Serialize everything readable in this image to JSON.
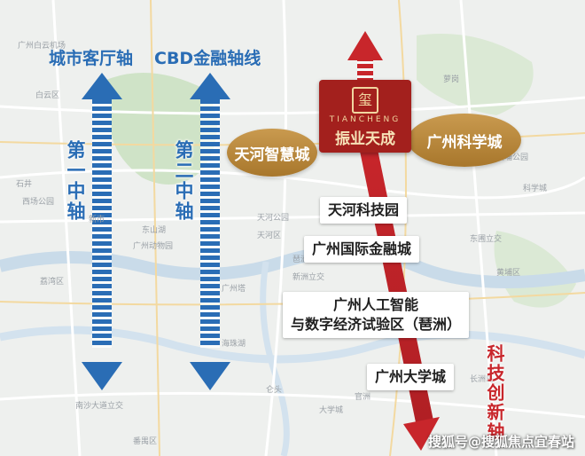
{
  "map": {
    "background_places": [
      "广州白云机场",
      "新市",
      "石井",
      "西场公园",
      "广州动物园",
      "东山湖",
      "天河公园",
      "海珠湖",
      "仑头",
      "南沙大道立交",
      "新洲立交",
      "东圃立交",
      "黄埔区",
      "大学城",
      "长洲岛",
      "萝岗",
      "科学城",
      "白云区",
      "荔湾区",
      "天河区",
      "番禺区",
      "黄埔公园",
      "广州塔",
      "琶洲",
      "官洲"
    ]
  },
  "axes": {
    "left_title": "城市客厅轴",
    "mid_title": "CBD金融轴线",
    "left_vertical": "第一中轴",
    "mid_vertical": "第二中轴",
    "right_vertical": "科技创新轴"
  },
  "project": {
    "logo_glyph": "玺",
    "name_en": "TIANCHENG",
    "name_cn": "振业天成"
  },
  "ovals": {
    "left": "天河智慧城",
    "right": "广州科学城"
  },
  "stops": [
    {
      "label": "天河科技园"
    },
    {
      "label": "广州国际金融城"
    },
    {
      "label": "广州人工智能\n与数字经济试验区（琶洲）"
    },
    {
      "label": "广州大学城"
    }
  ],
  "watermark": "搜狐号@搜狐焦点宜春站",
  "colors": {
    "blue_axis": "#2a6db5",
    "red_axis": "#c8262b",
    "gold": "#b8893c",
    "badge_red": "#a3201d"
  }
}
